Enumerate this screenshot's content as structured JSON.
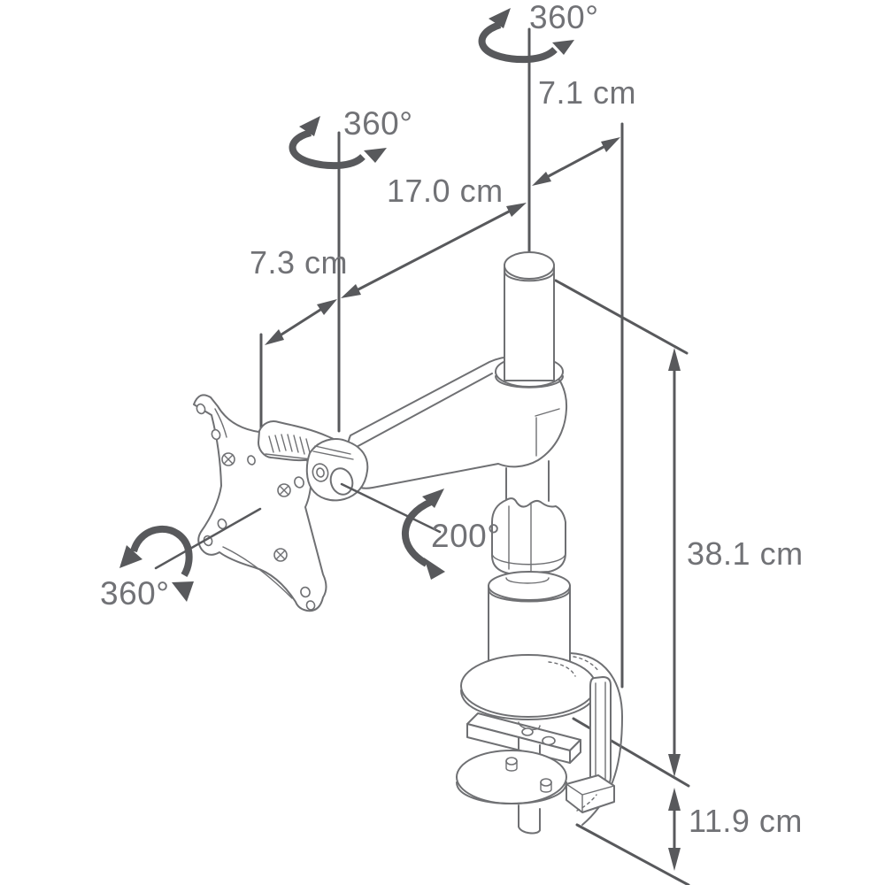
{
  "figure": {
    "type": "technical-dimension-diagram",
    "subject": "desk-clamp monitor arm",
    "background_color": "#ffffff",
    "line_color": "#6f7073",
    "dimension_color": "#58595c",
    "label_color": "#717276",
    "labels": {
      "rotation_pole": "360°",
      "rotation_elbow": "360°",
      "rotation_plate": "360°",
      "tilt_range": "200°",
      "dim_top_offset": "7.1 cm",
      "dim_arm_length": "17.0 cm",
      "dim_plate_offset": "7.3 cm",
      "dim_column_height": "38.1 cm",
      "dim_clamp_opening": "11.9 cm"
    }
  }
}
